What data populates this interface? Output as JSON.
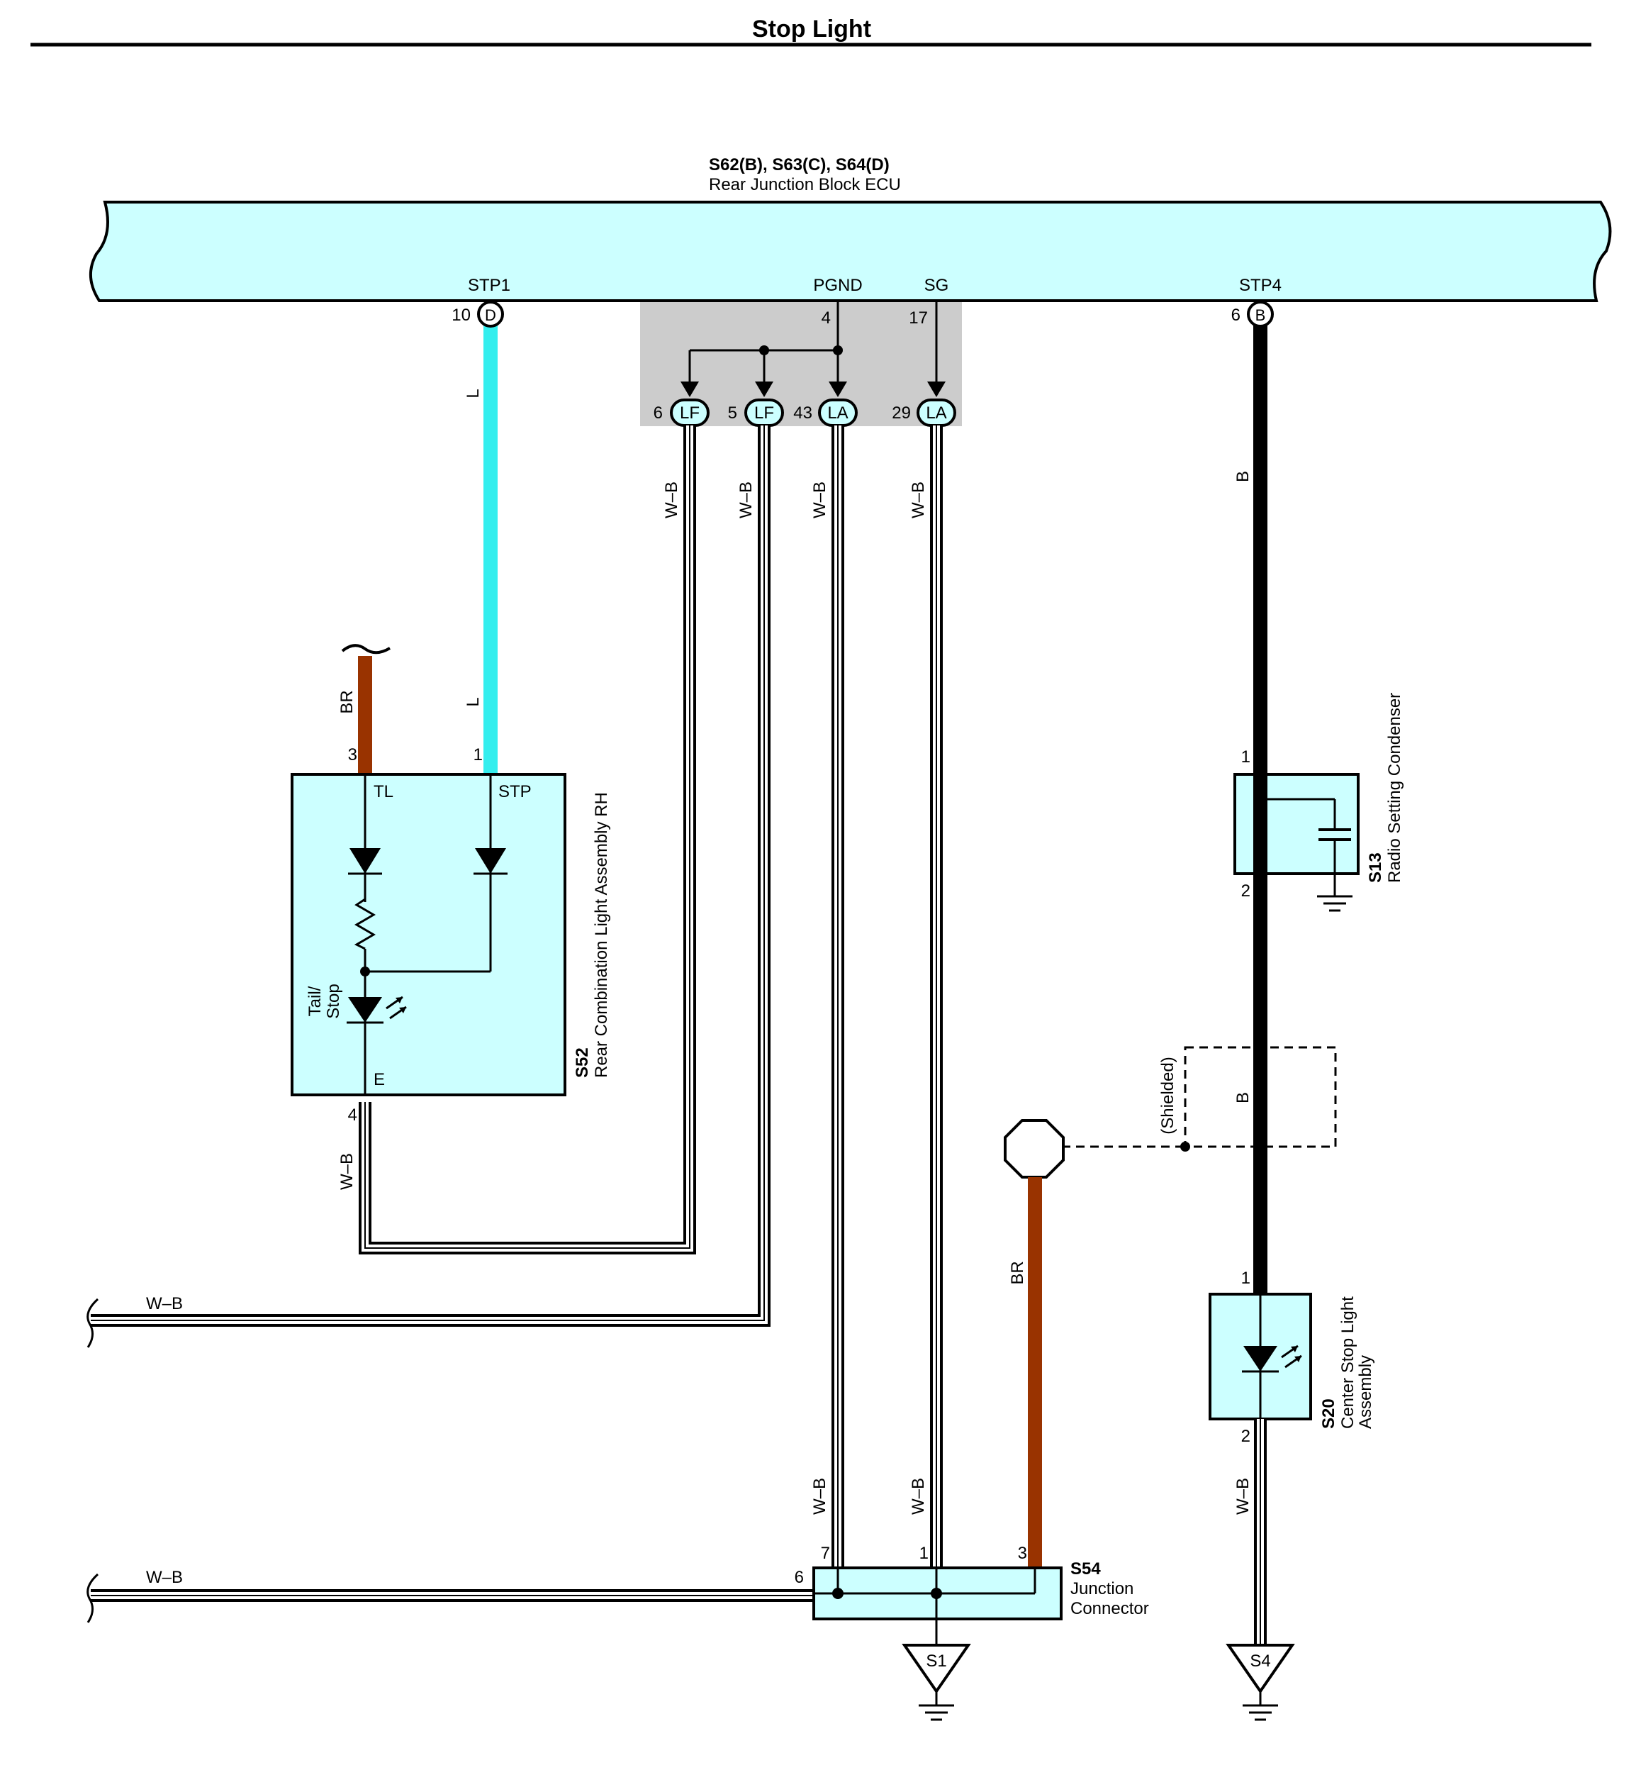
{
  "title": "Stop Light",
  "colors": {
    "module_fill": "#ccffff",
    "connector_zone": "#cccccc",
    "wire_blue": "#33eeee",
    "wire_brown": "#993300",
    "wire_black": "#000000"
  },
  "ecu": {
    "connectors": "S62(B), S63(C), S64(D)",
    "name": "Rear Junction Block ECU",
    "pins": [
      {
        "label": "STP1",
        "num": "10",
        "conn": "D"
      },
      {
        "label": "PGND",
        "num": "4"
      },
      {
        "label": "SG",
        "num": "17"
      },
      {
        "label": "STP4",
        "num": "6",
        "conn": "B"
      }
    ]
  },
  "junction_connectors": [
    {
      "num": "6",
      "code": "LF"
    },
    {
      "num": "5",
      "code": "LF"
    },
    {
      "num": "43",
      "code": "LA"
    },
    {
      "num": "29",
      "code": "LA"
    }
  ],
  "wire_colors": {
    "l": "L",
    "wb": "W–B",
    "b": "B",
    "br": "BR"
  },
  "s52": {
    "id": "S52",
    "name": "Rear Combination Light Assembly RH",
    "pin_tl_num": "3",
    "pin_stp_num": "1",
    "pin_e_num": "4",
    "term_tl": "TL",
    "term_stp": "STP",
    "term_e": "E",
    "lamp_line1": "Tail/",
    "lamp_line2": "Stop"
  },
  "s13": {
    "id": "S13",
    "name": "Radio Setting Condenser",
    "pin_top": "1",
    "pin_bottom": "2"
  },
  "shielded": "(Shielded)",
  "s20": {
    "id": "S20",
    "name_line1": "Center Stop Light",
    "name_line2": "Assembly",
    "pin_top": "1",
    "pin_bottom": "2"
  },
  "s54": {
    "id": "S54",
    "name_line1": "Junction",
    "name_line2": "Connector",
    "pins": [
      "6",
      "7",
      "1",
      "3"
    ]
  },
  "grounds": [
    "S1",
    "S4"
  ]
}
